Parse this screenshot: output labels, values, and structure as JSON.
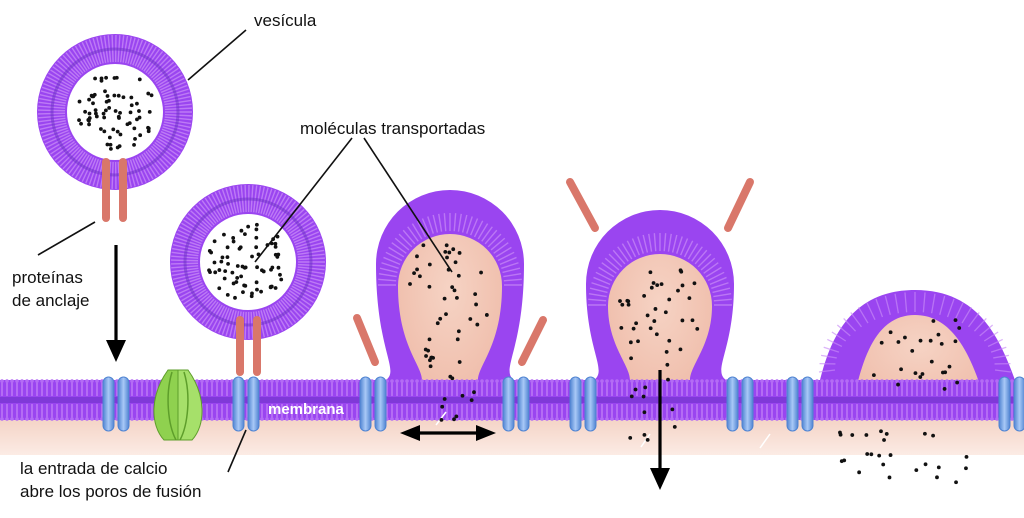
{
  "labels": {
    "vesicle": "vesícula",
    "transported_molecules": "moléculas transportadas",
    "anchor_proteins_line1": "proteínas",
    "anchor_proteins_line2": "de anclaje",
    "membrane": "membrana",
    "calcium_line1": "la entrada de calcio",
    "calcium_line2": "abre los poros de fusión"
  },
  "colors": {
    "lipid_purple": "#9a45f0",
    "lipid_light": "#c98cf7",
    "lipid_core": "#6a2fc4",
    "channel_blue": "#7fb1f2",
    "channel_dark": "#4f83d1",
    "snare_orange": "#d9776a",
    "cytoplasm_pink": "#f3c9b8",
    "calcium_green": "#8fd14f",
    "molecule_black": "#111111"
  },
  "icons": {
    "membrane_channel": "transmembrane-channel-icon",
    "calcium_channel": "green-calcium-channel-icon",
    "anchor_protein": "snare-protein-icon"
  }
}
